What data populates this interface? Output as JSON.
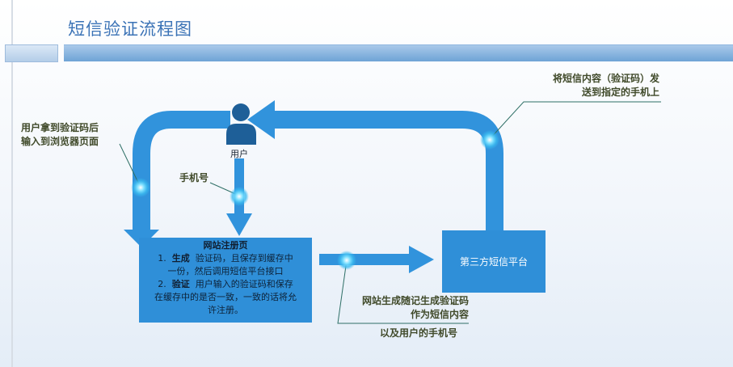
{
  "title": "短信验证流程图",
  "user": {
    "label": "用户"
  },
  "labels": {
    "user_input_1": "用户拿到验证码后",
    "user_input_2": "输入到浏览器页面",
    "phone": "手机号",
    "send_1": "将短信内容（验证码）发",
    "send_2": "送到指定的手机上",
    "generate_1": "网站生成随记生成验证码",
    "generate_2": "作为短信内容",
    "generate_3": "以及用户的手机号"
  },
  "site_box": {
    "heading": "网站注册页",
    "l1_num": "1.",
    "l1_bold": "生成",
    "l1_rest": "验证码，且保存到缓存中",
    "l2": "一份，然后调用短信平台接口",
    "l3_num": "2.",
    "l3_bold": "验证",
    "l3_rest": "用户输入的验证码和保存",
    "l4": "在缓存中的是否一致，一致的话将允",
    "l5": "许注册。"
  },
  "third_box": {
    "label": "第三方短信平台"
  },
  "colors": {
    "arrow": "#3193dc",
    "title": "#3b73b6",
    "box": "#2f8fd8",
    "connector": "#2e6f66"
  }
}
